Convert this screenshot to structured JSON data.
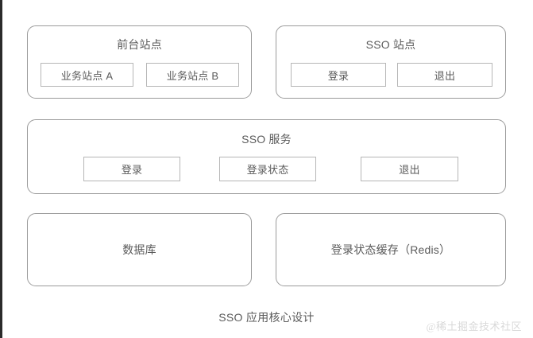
{
  "figure": {
    "caption": "SSO 应用核心设计",
    "watermark": "@稀土掘金技术社区",
    "colors": {
      "background": "#ffffff",
      "card_border": "#9b9b9b",
      "chip_border": "#b6b6b6",
      "text": "#5b5b5b",
      "watermark": "#d9d9d9",
      "edge_strip": "#2b2b2b"
    }
  },
  "rows": [
    {
      "name": "frontend-and-sso-site-row",
      "cards": [
        {
          "id": "frontend-site",
          "title": "前台站点",
          "chips": [
            {
              "id": "business-site-a",
              "label": "业务站点 A"
            },
            {
              "id": "business-site-b",
              "label": "业务站点 B"
            }
          ]
        },
        {
          "id": "sso-site",
          "title": "SSO 站点",
          "chips": [
            {
              "id": "sso-site-login",
              "label": "登录"
            },
            {
              "id": "sso-site-logout",
              "label": "退出"
            }
          ]
        }
      ]
    },
    {
      "name": "sso-service-row",
      "cards": [
        {
          "id": "sso-service",
          "title": "SSO 服务",
          "chips": [
            {
              "id": "sso-service-login",
              "label": "登录"
            },
            {
              "id": "sso-service-login-status",
              "label": "登录状态"
            },
            {
              "id": "sso-service-logout",
              "label": "退出"
            }
          ]
        }
      ]
    },
    {
      "name": "storage-row",
      "cards": [
        {
          "id": "database",
          "center_label": "数据库",
          "chips": []
        },
        {
          "id": "login-status-cache",
          "center_label": "登录状态缓存（Redis）",
          "chips": []
        }
      ]
    }
  ]
}
